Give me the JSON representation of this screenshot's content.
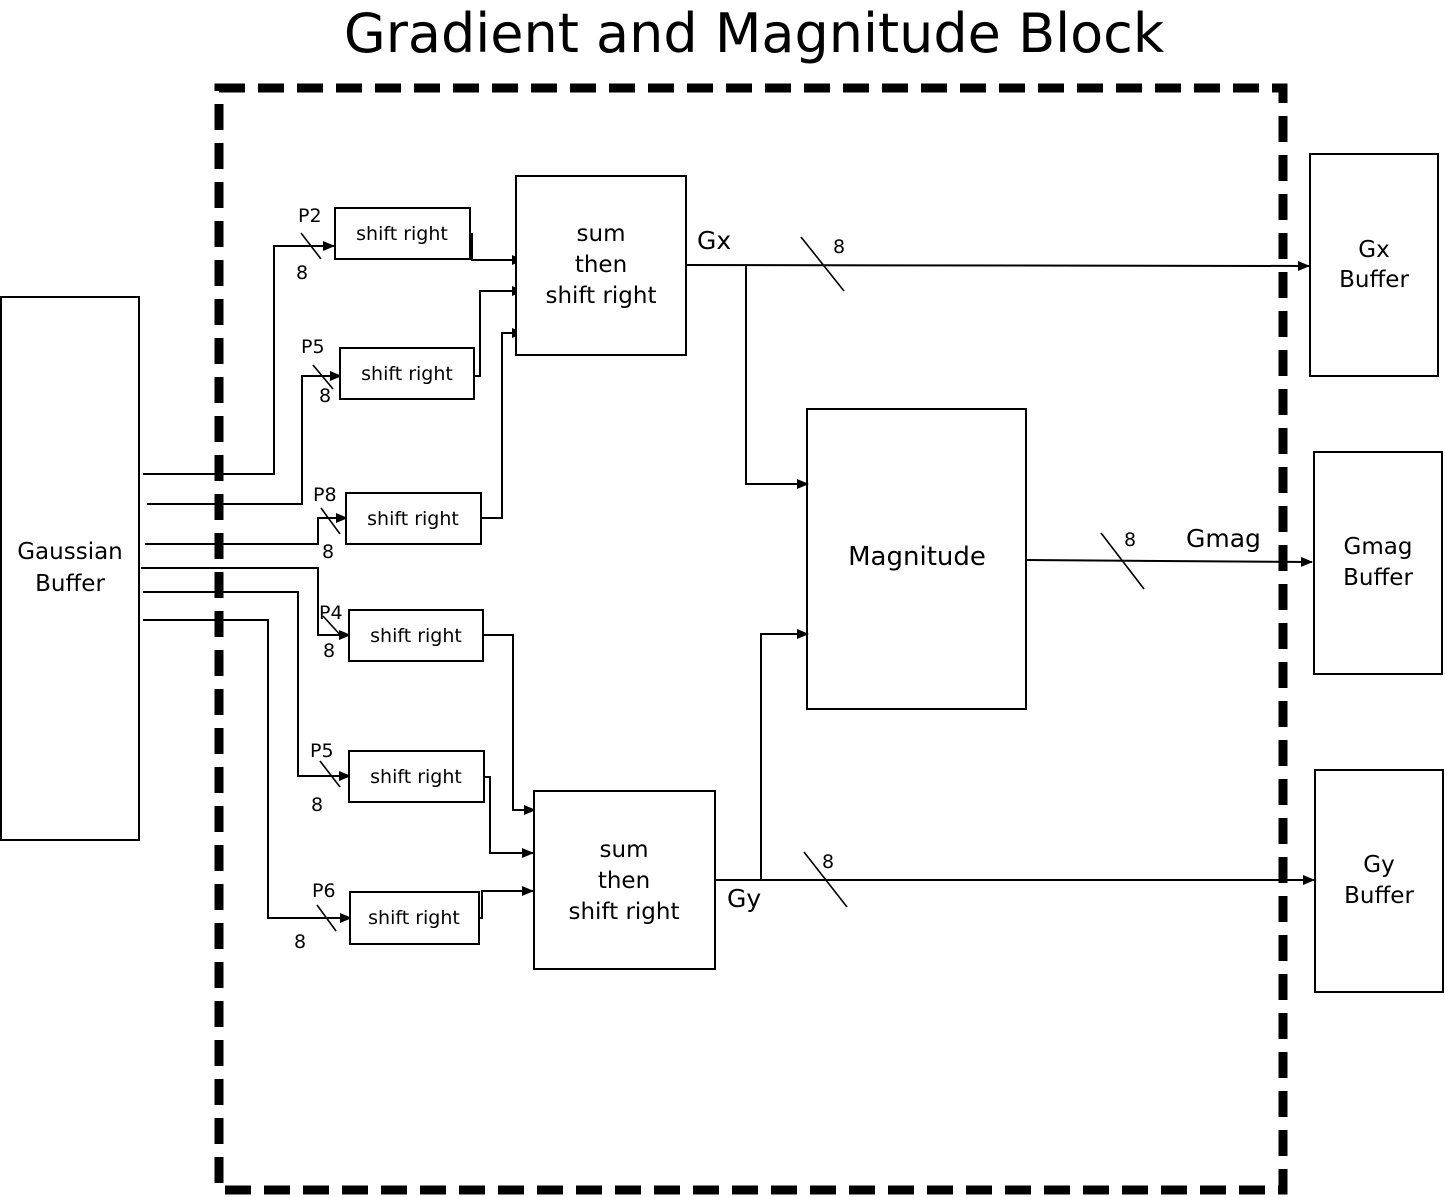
{
  "title": "Gradient and Magnitude Block",
  "blocks": {
    "gaussian_buffer": [
      "Gaussian",
      "Buffer"
    ],
    "sum_top": [
      "sum",
      "then",
      "shift right"
    ],
    "sum_bottom": [
      "sum",
      "then",
      "shift right"
    ],
    "magnitude": "Magnitude",
    "gx_buffer": [
      "Gx",
      "Buffer"
    ],
    "gmag_buffer": [
      "Gmag",
      "Buffer"
    ],
    "gy_buffer": [
      "Gy",
      "Buffer"
    ]
  },
  "shift_right_blocks": [
    {
      "label": "shift right",
      "pixel": "P2",
      "width": "8"
    },
    {
      "label": "shift right",
      "pixel": "P5",
      "width": "8"
    },
    {
      "label": "shift right",
      "pixel": "P8",
      "width": "8"
    },
    {
      "label": "shift right",
      "pixel": "P4",
      "width": "8"
    },
    {
      "label": "shift right",
      "pixel": "P5",
      "width": "8"
    },
    {
      "label": "shift right",
      "pixel": "P6",
      "width": "8"
    }
  ],
  "signals": {
    "gx": "Gx",
    "gy": "Gy",
    "gmag": "Gmag",
    "gx_width": "8",
    "gy_width": "8",
    "gmag_width": "8"
  }
}
